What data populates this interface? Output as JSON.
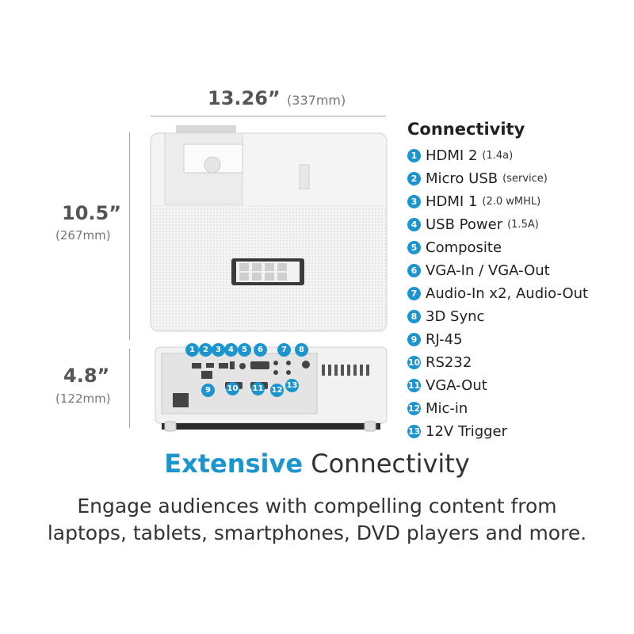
{
  "dimensions": {
    "width": {
      "main": "13.26”",
      "sub": "(337mm)"
    },
    "depth": {
      "main": "10.5”",
      "sub": "(267mm)"
    },
    "height": {
      "main": "4.8”",
      "sub": "(122mm)"
    }
  },
  "connectivity": {
    "title": "Connectivity",
    "items": [
      {
        "num": "1",
        "label": "HDMI 2",
        "note": "(1.4a)"
      },
      {
        "num": "2",
        "label": "Micro USB",
        "note": "(service)"
      },
      {
        "num": "3",
        "label": "HDMI 1",
        "note": "(2.0 wMHL)"
      },
      {
        "num": "4",
        "label": "USB Power",
        "note": "(1.5A)"
      },
      {
        "num": "5",
        "label": "Composite",
        "note": ""
      },
      {
        "num": "6",
        "label": "VGA-In / VGA-Out",
        "note": ""
      },
      {
        "num": "7",
        "label": "Audio-In x2, Audio-Out",
        "note": ""
      },
      {
        "num": "8",
        "label": "3D Sync",
        "note": ""
      },
      {
        "num": "9",
        "label": "RJ-45",
        "note": ""
      },
      {
        "num": "10",
        "label": "RS232",
        "note": ""
      },
      {
        "num": "11",
        "label": "VGA-Out",
        "note": ""
      },
      {
        "num": "12",
        "label": "Mic-in",
        "note": ""
      },
      {
        "num": "13",
        "label": "12V Trigger",
        "note": ""
      }
    ]
  },
  "headline": {
    "accent": "Extensive",
    "rest": " Connectivity"
  },
  "body": {
    "line1": "Engage audiences with compelling content from",
    "line2": "laptops, tablets, smartphones, DVD players and more."
  },
  "colors": {
    "accent": "#1c95cf",
    "text": "#222222",
    "dim_text": "#555555"
  }
}
